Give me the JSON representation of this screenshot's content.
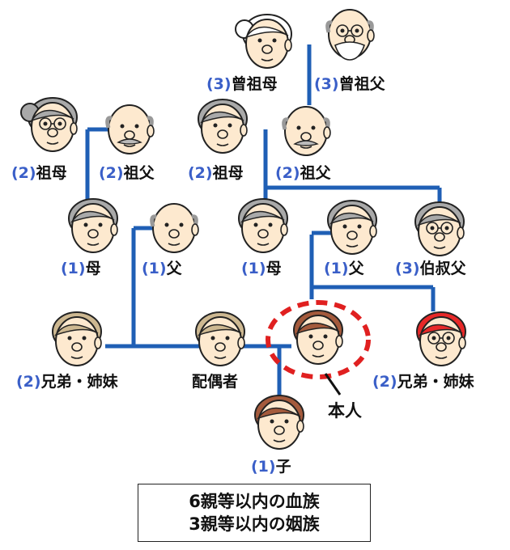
{
  "colors": {
    "line": "#1f5fb5",
    "degree": "#3a5fc8",
    "self_ring": "#e02020",
    "skin": "#fde9cf",
    "hair_gray": "#a9a9a9",
    "hair_white": "#ffffff",
    "hair_blond": "#cdb891",
    "hair_brown": "#a45a3c",
    "hair_red": "#e82828"
  },
  "people": [
    {
      "id": "g-grandmother",
      "degree": "(3)",
      "label": "曾祖母",
      "hair": "white-bun",
      "glasses": false
    },
    {
      "id": "g-grandfather",
      "degree": "(3)",
      "label": "曾祖父",
      "hair": "bald-beard",
      "glasses": true
    },
    {
      "id": "mat-grandmother",
      "degree": "(2)",
      "label": "祖母",
      "hair": "gray-bun",
      "glasses": true
    },
    {
      "id": "mat-grandfather",
      "degree": "(2)",
      "label": "祖父",
      "hair": "bald-mustache",
      "glasses": false
    },
    {
      "id": "pat-grandmother",
      "degree": "(2)",
      "label": "祖母",
      "hair": "gray",
      "glasses": false
    },
    {
      "id": "pat-grandfather",
      "degree": "(2)",
      "label": "祖父",
      "hair": "bald-mustache",
      "glasses": false
    },
    {
      "id": "mat-mother",
      "degree": "(1)",
      "label": "母",
      "hair": "gray-curly",
      "glasses": false
    },
    {
      "id": "mat-father",
      "degree": "(1)",
      "label": "父",
      "hair": "bald",
      "glasses": false
    },
    {
      "id": "mother",
      "degree": "(1)",
      "label": "母",
      "hair": "gray-curly",
      "glasses": false
    },
    {
      "id": "father",
      "degree": "(1)",
      "label": "父",
      "hair": "gray",
      "glasses": false
    },
    {
      "id": "uncle",
      "degree": "(3)",
      "label": "伯叔父",
      "hair": "gray",
      "glasses": true
    },
    {
      "id": "spouse-sibling",
      "degree": "(2)",
      "label": "兄弟・姉妹",
      "hair": "blond",
      "glasses": false
    },
    {
      "id": "spouse",
      "degree": "",
      "label": "配偶者",
      "hair": "blond-long",
      "glasses": false
    },
    {
      "id": "self",
      "degree": "",
      "label": "本人",
      "hair": "brown",
      "glasses": false
    },
    {
      "id": "sibling",
      "degree": "(2)",
      "label": "兄弟・姉妹",
      "hair": "red",
      "glasses": true
    },
    {
      "id": "child",
      "degree": "(1)",
      "label": "子",
      "hair": "brown",
      "glasses": false
    }
  ],
  "note": {
    "line1": "6親等以内の血族",
    "line2": "3親等以内の姻族"
  }
}
